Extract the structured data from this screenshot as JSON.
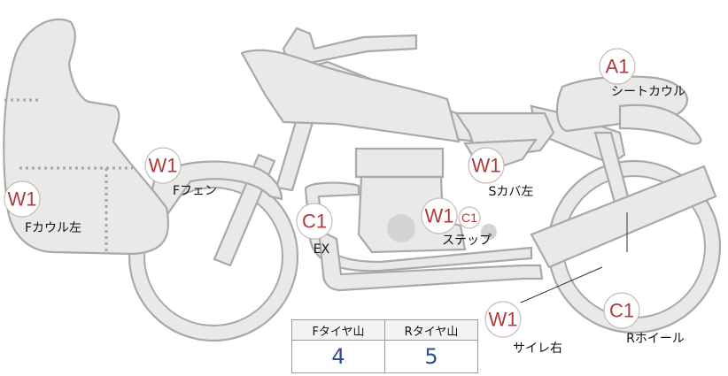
{
  "labels": {
    "f_cowl_left": "Fカウル左",
    "f_fender": "Fフェン",
    "exhaust": "EX",
    "step": "ステップ",
    "s_cover_left": "Sカバ左",
    "seat_cowl": "シートカウル",
    "silencer_right": "サイレ右",
    "r_wheel": "Rホイール"
  },
  "badges": {
    "f_cowl_left": "W1",
    "f_fender": "W1",
    "exhaust": "C1",
    "step_w": "W1",
    "step_c": "C1",
    "s_cover_left": "W1",
    "seat_cowl": "A1",
    "silencer_right": "W1",
    "r_wheel": "C1"
  },
  "tread_table": {
    "headers": [
      "Fタイヤ山",
      "Rタイヤ山"
    ],
    "values": [
      "4",
      "5"
    ]
  },
  "colors": {
    "badge_text": "#b23a3a",
    "part_fill": "#e9e9e7",
    "part_outline": "#a9a9a7",
    "table_value": "#2f4f8a"
  }
}
